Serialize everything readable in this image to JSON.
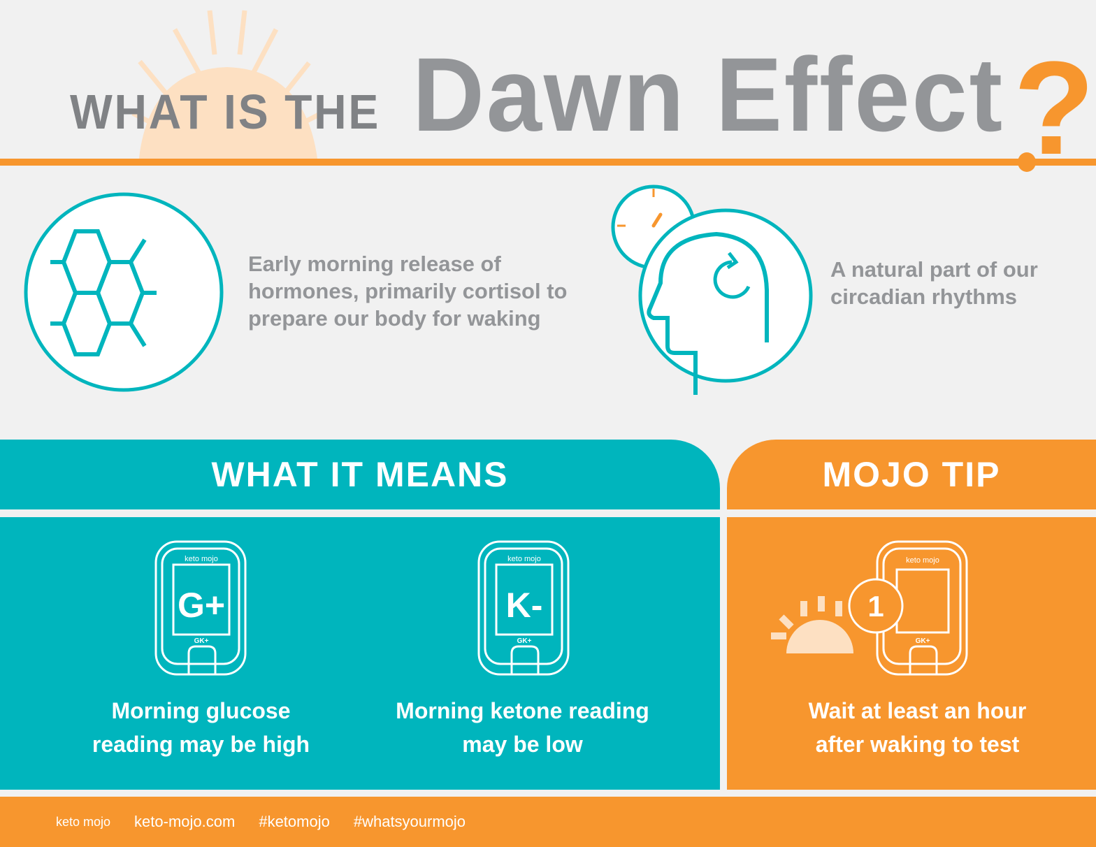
{
  "header": {
    "title_prefix": "WHAT IS THE",
    "title_main": "Dawn Effect",
    "title_mark": "?"
  },
  "facts": [
    {
      "icon": "hormone-molecule-icon",
      "text_lines": [
        "Early morning release of",
        "hormones, primarily cortisol to",
        "prepare our body for waking"
      ]
    },
    {
      "icon": "head-clock-cycle-icon",
      "text_lines": [
        "A natural part of our",
        "circadian rhythms"
      ]
    }
  ],
  "panels": {
    "means": {
      "heading": "WHAT IT MEANS",
      "items": [
        {
          "device_brand": "keto mojo",
          "screen_label": "G+",
          "model": "GK+",
          "caption_lines": [
            "Morning glucose",
            "reading may be high"
          ]
        },
        {
          "device_brand": "keto mojo",
          "screen_label": "K-",
          "model": "GK+",
          "caption_lines": [
            "Morning ketone reading",
            "may be low"
          ]
        }
      ]
    },
    "tip": {
      "heading": "MOJO TIP",
      "device_brand": "keto mojo",
      "model": "GK+",
      "timer_label": "1",
      "caption_lines": [
        "Wait at least an hour",
        "after waking to test"
      ]
    }
  },
  "footer": {
    "logo": "keto mojo",
    "website": "keto-mojo.com",
    "hashtag1": "#ketomojo",
    "hashtag2": "#whatsyourmojo"
  },
  "colors": {
    "teal": "#00b5bd",
    "orange": "#f7962e",
    "gray": "#939598",
    "sun": "#fde0c2",
    "bg": "#f1f1f1"
  }
}
